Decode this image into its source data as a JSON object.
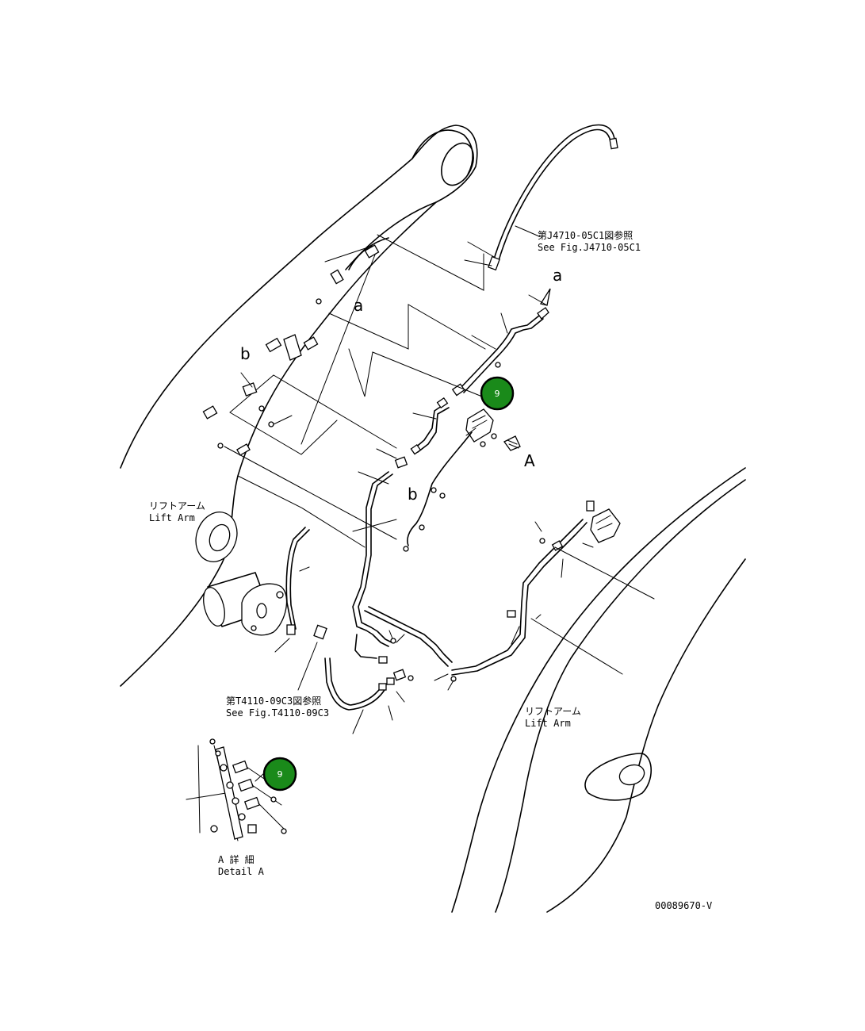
{
  "labels": {
    "ref_j4710_ja": "第J4710-05C1図参照",
    "ref_j4710_en": "See Fig.J4710-05C1",
    "ref_t4110_ja": "第T4110-09C3図参照",
    "ref_t4110_en": "See Fig.T4110-09C3",
    "lift_arm_ja_left": "リフトアーム",
    "lift_arm_en_left": "Lift Arm",
    "lift_arm_ja_right": "リフトアーム",
    "lift_arm_en_right": "Lift Arm",
    "detail_ja": "A 詳 細",
    "detail_en": "Detail A",
    "callout_a_top": "a",
    "callout_a_mid": "a",
    "callout_b_left": "b",
    "callout_b_mid": "b",
    "callout_A": "A",
    "drawing_number": "00089670-V"
  },
  "badges": [
    {
      "id": "badge-top",
      "text": "9",
      "color": "#1a8a1a"
    },
    {
      "id": "badge-detail",
      "text": "9",
      "color": "#1a8a1a"
    }
  ]
}
